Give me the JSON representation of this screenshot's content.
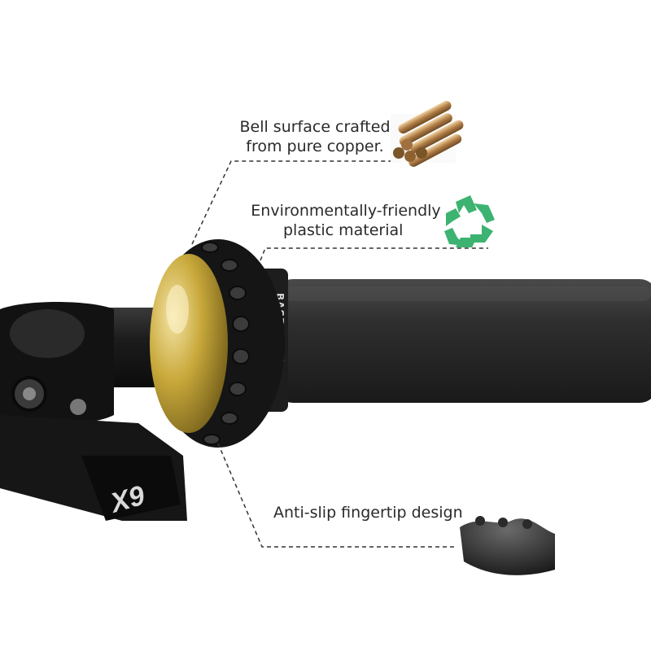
{
  "callouts": {
    "copper": {
      "line1": "Bell surface crafted",
      "line2": "from pure copper.",
      "icon": "copper-rods-image"
    },
    "eco": {
      "line1": "Environmentally-friendly",
      "line2": "plastic material",
      "icon": "recycle-icon"
    },
    "grip": {
      "text": "Anti-slip fingertip design",
      "icon": "fingertip-detail-image"
    }
  },
  "product_marks": {
    "brand": "BASE CAMP",
    "shifter_model": "X9"
  },
  "colors": {
    "background": "#ffffff",
    "recycle_green": "#3cb371",
    "brass": "#c9a93b",
    "foam_grip": "#2b2b2b"
  }
}
